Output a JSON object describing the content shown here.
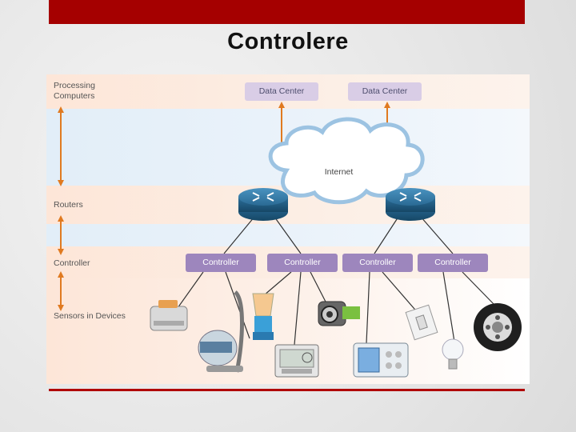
{
  "title": "Controlere",
  "layers": {
    "processing": "Processing\nComputers",
    "routers": "Routers",
    "controller": "Controller",
    "sensors": "Sensors in Devices"
  },
  "data_centers": [
    "Data Center",
    "Data Center"
  ],
  "cloud": "Internet",
  "controllers": [
    "Controller",
    "Controller",
    "Controller",
    "Controller"
  ],
  "device_icons": [
    "toaster-icon",
    "vacuum-cleaner-icon",
    "blender-icon",
    "thermostat-icon",
    "video-camera-icon",
    "control-panel-icon",
    "light-switch-icon",
    "light-bulb-icon",
    "wheel-icon"
  ],
  "colors": {
    "top_bar": "#a50000",
    "controller": "#9d86bd",
    "data_center": "#d9cde6",
    "arrow": "#e07a20",
    "router": "#2a6a94"
  }
}
